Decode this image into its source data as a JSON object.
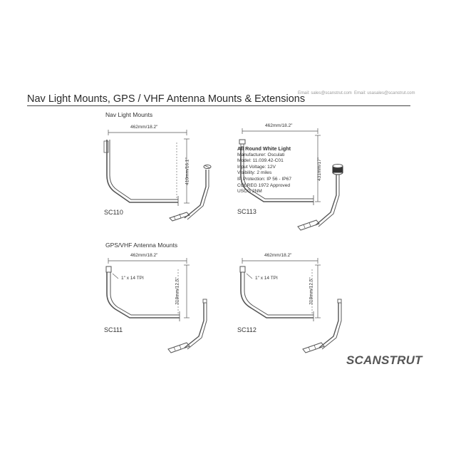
{
  "header": {
    "title": "Nav Light Mounts, GPS / VHF Antenna Mounts & Extensions",
    "email_left": "Email: sales@scanstrut.com",
    "email_right": "Email: usasales@scanstrut.com"
  },
  "sections": {
    "nav": "Nav Light Mounts",
    "gps": "GPS/VHF Antenna Mounts"
  },
  "products": {
    "sc110": {
      "model": "SC110",
      "width": "462mm/18.2\"",
      "height": "410mm/16.1\""
    },
    "sc113": {
      "model": "SC113",
      "width": "462mm/18.2\"",
      "height": "431mm/17\""
    },
    "sc111": {
      "model": "SC111",
      "width": "462mm/18.2\"",
      "height": "318mm/12.5\"",
      "thread": "1\" x 14 TPI"
    },
    "sc112": {
      "model": "SC112",
      "width": "462mm/18.2\"",
      "height": "318mm/12.5\"",
      "thread": "1\" x 14 TPI"
    }
  },
  "light_spec": {
    "heading": "All Round White Light",
    "lines": [
      "Manufacturer: Osculati",
      "Model: 11.039.42-C01",
      "Input Voltage: 12V",
      "Visibility: 2 miles",
      "IP Protection: IP 56 - IP67",
      "COLREG 1972 Approved",
      "USCG 2NM"
    ]
  },
  "brand": {
    "logo_text": "SCANSTRUT",
    "color": "#555555"
  },
  "colors": {
    "line": "#555555",
    "rule": "#444444"
  }
}
